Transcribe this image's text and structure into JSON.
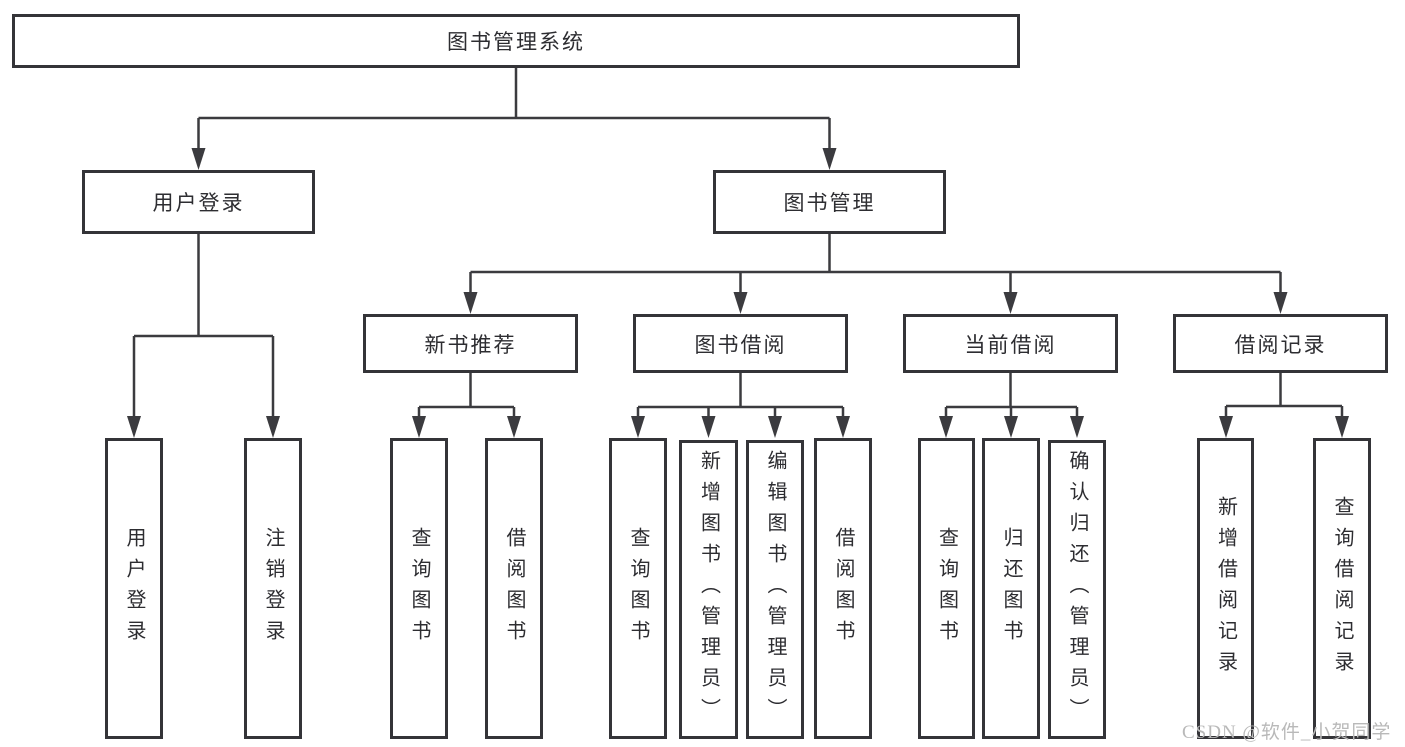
{
  "colors": {
    "background": "#ffffff",
    "box_border": "#343438",
    "box_text": "#2d2d31",
    "connector": "#3b3b3f",
    "watermark": "#b9b9b9"
  },
  "diagram": {
    "root": {
      "label": "图书管理系统"
    },
    "branches": [
      {
        "label": "用户登录",
        "children": [
          {
            "label": "用户登录"
          },
          {
            "label": "注销登录"
          }
        ]
      },
      {
        "label": "图书管理",
        "sections": [
          {
            "label": "新书推荐",
            "children": [
              {
                "label": "查询图书"
              },
              {
                "label": "借阅图书"
              }
            ]
          },
          {
            "label": "图书借阅",
            "children": [
              {
                "label": "查询图书"
              },
              {
                "label": "新增图书（管理员）"
              },
              {
                "label": "编辑图书（管理员）"
              },
              {
                "label": "借阅图书"
              }
            ]
          },
          {
            "label": "当前借阅",
            "children": [
              {
                "label": "查询图书"
              },
              {
                "label": "归还图书"
              },
              {
                "label": "确认归还（管理员）"
              }
            ]
          },
          {
            "label": "借阅记录",
            "children": [
              {
                "label": "新增借阅记录"
              },
              {
                "label": "查询借阅记录"
              }
            ]
          }
        ]
      }
    ]
  },
  "watermark": {
    "text": "CSDN @软件_小贺同学"
  }
}
